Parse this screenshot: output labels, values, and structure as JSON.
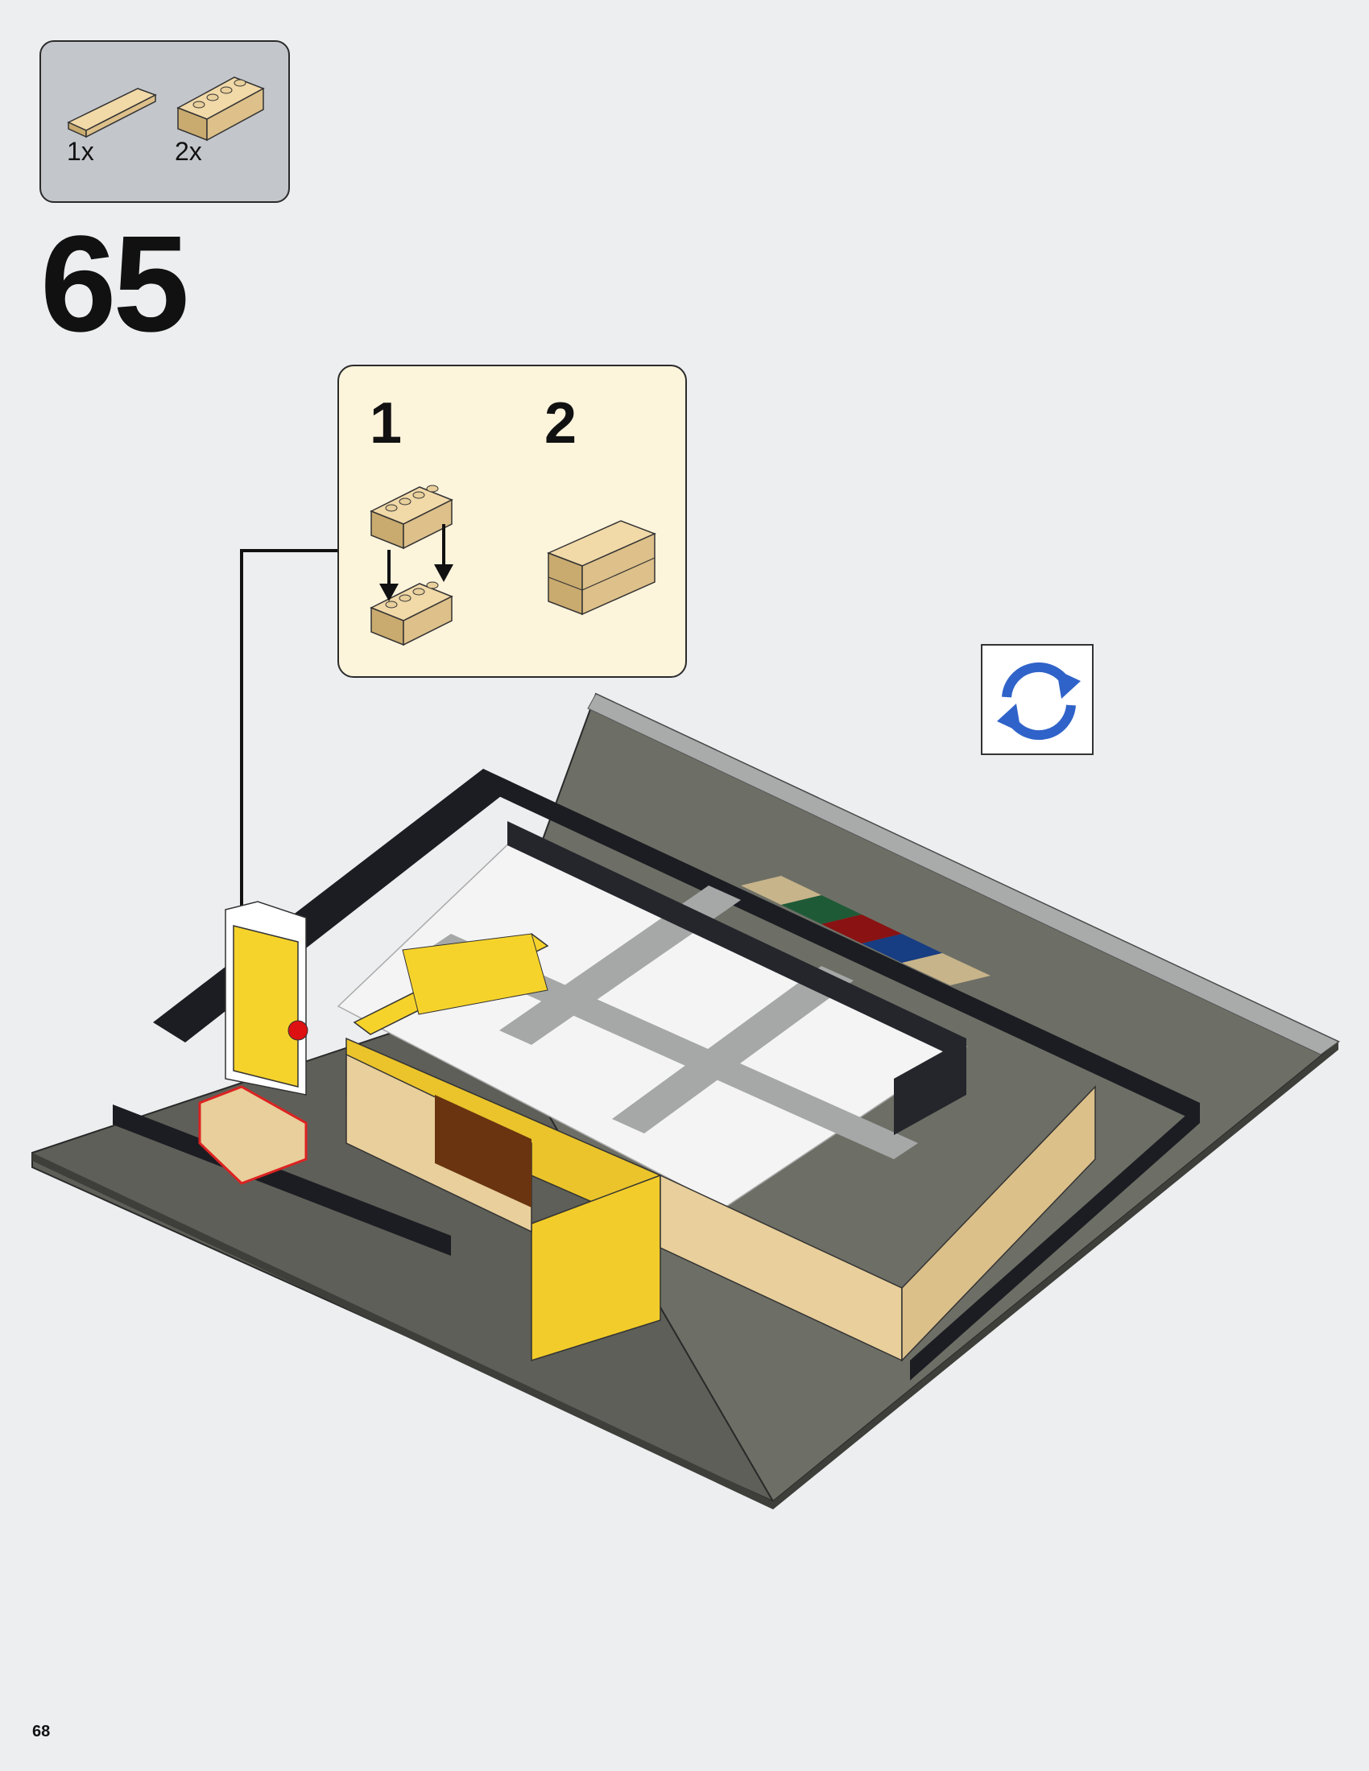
{
  "parts_list": {
    "items": [
      {
        "quantity": "1x",
        "part": "tan-tile-icon"
      },
      {
        "quantity": "2x",
        "part": "tan-brick-1x4-icon"
      }
    ]
  },
  "step": {
    "number": "65"
  },
  "sub_assembly": {
    "steps": [
      {
        "number": "1"
      },
      {
        "number": "2"
      }
    ]
  },
  "rotate_icon": "rotate-model-icon",
  "page": {
    "number": "68"
  },
  "colors": {
    "tan": "#e8cf9b",
    "yellow": "#f6d32b",
    "baseplate": "#5e5f58",
    "black": "#1c1d22",
    "rotate_blue": "#2f63c9"
  }
}
